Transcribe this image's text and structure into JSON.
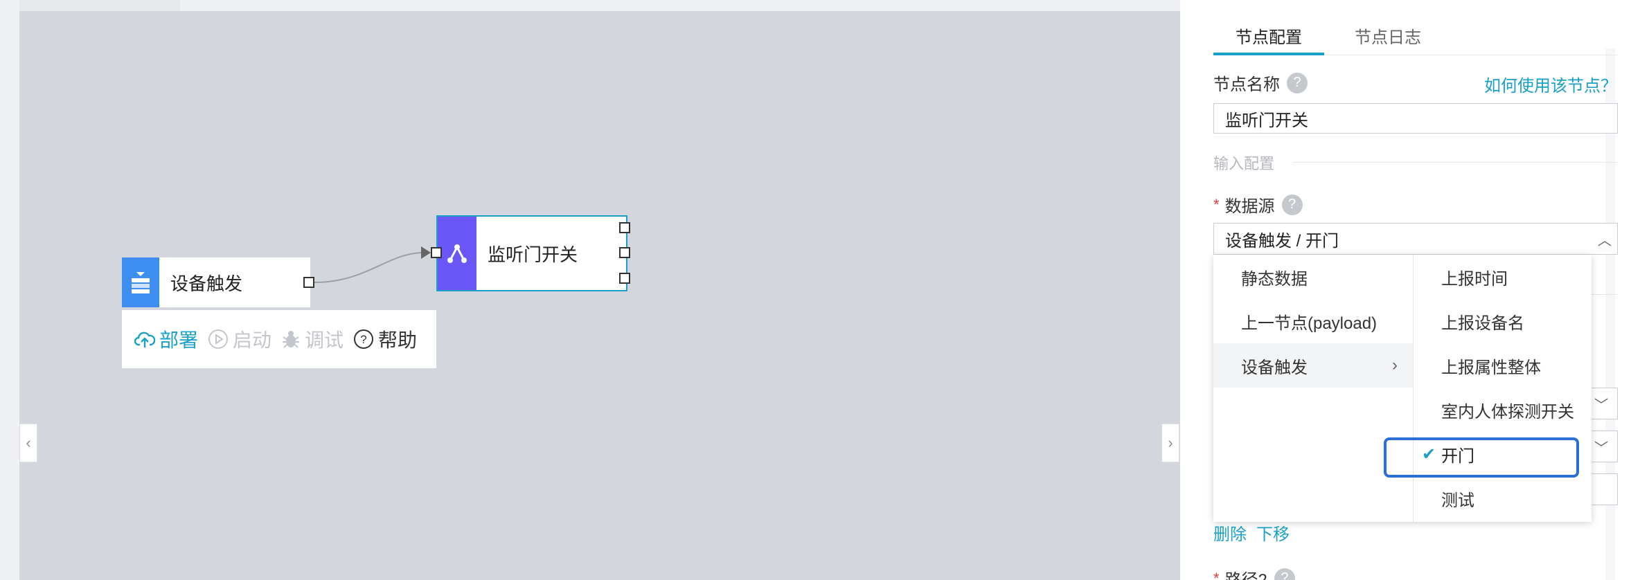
{
  "canvas": {
    "top_tab_label": "",
    "nodes": [
      {
        "id": "device-trigger",
        "label": "设备触发",
        "icon": "device-icon",
        "color": "#3d8ef0"
      },
      {
        "id": "listen-door",
        "label": "监听门开关",
        "icon": "branch-icon",
        "color": "#6a57f5"
      }
    ],
    "toolbar": {
      "deploy": "部署",
      "start": "启动",
      "debug": "调试",
      "help": "帮助"
    }
  },
  "panel": {
    "tabs": [
      {
        "label": "节点配置",
        "active": true
      },
      {
        "label": "节点日志",
        "active": false
      }
    ],
    "node_name_label": "节点名称",
    "how_to_use_link": "如何使用该节点？",
    "node_name_value": "监听门开关",
    "input_config_title": "输入配置",
    "datasource_label": "数据源",
    "datasource_value": "设备触发 / 开门",
    "delete_link": "删除",
    "move_down_link": "下移",
    "path_label": "路径2",
    "accent_color": "#1aa0c8"
  },
  "cascader": {
    "col1": [
      {
        "label": "静态数据"
      },
      {
        "label": "上一节点(payload)"
      },
      {
        "label": "设备触发",
        "expanded": true
      }
    ],
    "col2": [
      {
        "label": "上报时间"
      },
      {
        "label": "上报设备名"
      },
      {
        "label": "上报属性整体"
      },
      {
        "label": "室内人体探测开关"
      },
      {
        "label": "开门",
        "selected": true
      },
      {
        "label": "测试"
      }
    ]
  }
}
